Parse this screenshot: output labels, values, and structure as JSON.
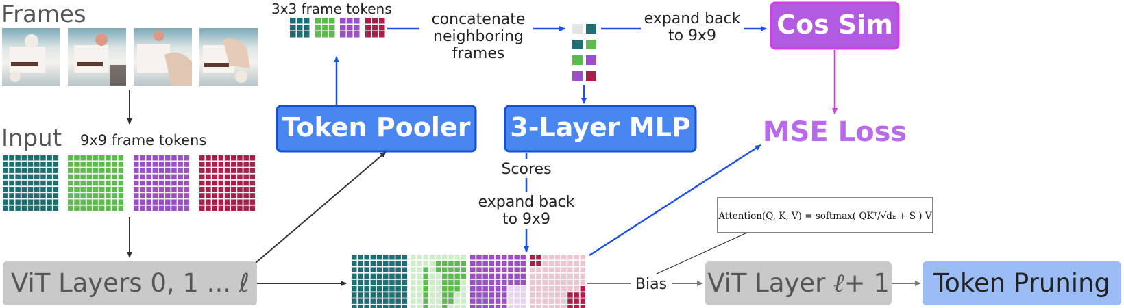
{
  "labels": {
    "frames": "Frames",
    "input": "Input",
    "frame_tokens_9x9": "9x9 frame tokens",
    "frame_tokens_3x3": "3x3 frame tokens",
    "concat_line1": "concatenate",
    "concat_line2": "neighboring",
    "concat_line3": "frames",
    "expand_top_line1": "expand back",
    "expand_top_line2": "to 9x9",
    "cos_sim": "Cos Sim",
    "mse_loss": "MSE Loss",
    "token_pooler": "Token Pooler",
    "mlp": "3-Layer MLP",
    "scores": "Scores",
    "expand_mid_line1": "expand back",
    "expand_mid_line2": "to 9x9",
    "vit_layers": "ViT Layers 0, 1 ... ℓ",
    "bias": "Bias",
    "vit_next_a": "ViT Layer ",
    "vit_next_b": "ℓ",
    "vit_next_c": "+ 1",
    "token_pruning": "Token Pruning",
    "formula": "Attention(Q, K, V) = softmax( QKᵀ/√dₖ + S ) V"
  },
  "colors": {
    "teal": "#1e6f74",
    "green": "#5cbb4c",
    "purple": "#9b4fc4",
    "crimson": "#a81f4a",
    "blue_box": "#4a86f0",
    "blue_border": "#1350d6",
    "magenta_border": "#d13be8",
    "magenta_fill": "#b35be0",
    "mse": "#b86ae8",
    "gray_box": "#c9c9c9",
    "light_blue_box": "#9bbcf5",
    "arrow_blue": "#1d4fe0",
    "arrow_dark": "#333333"
  },
  "icons": {
    "frame_thumbnails": "cake-video-frame"
  }
}
